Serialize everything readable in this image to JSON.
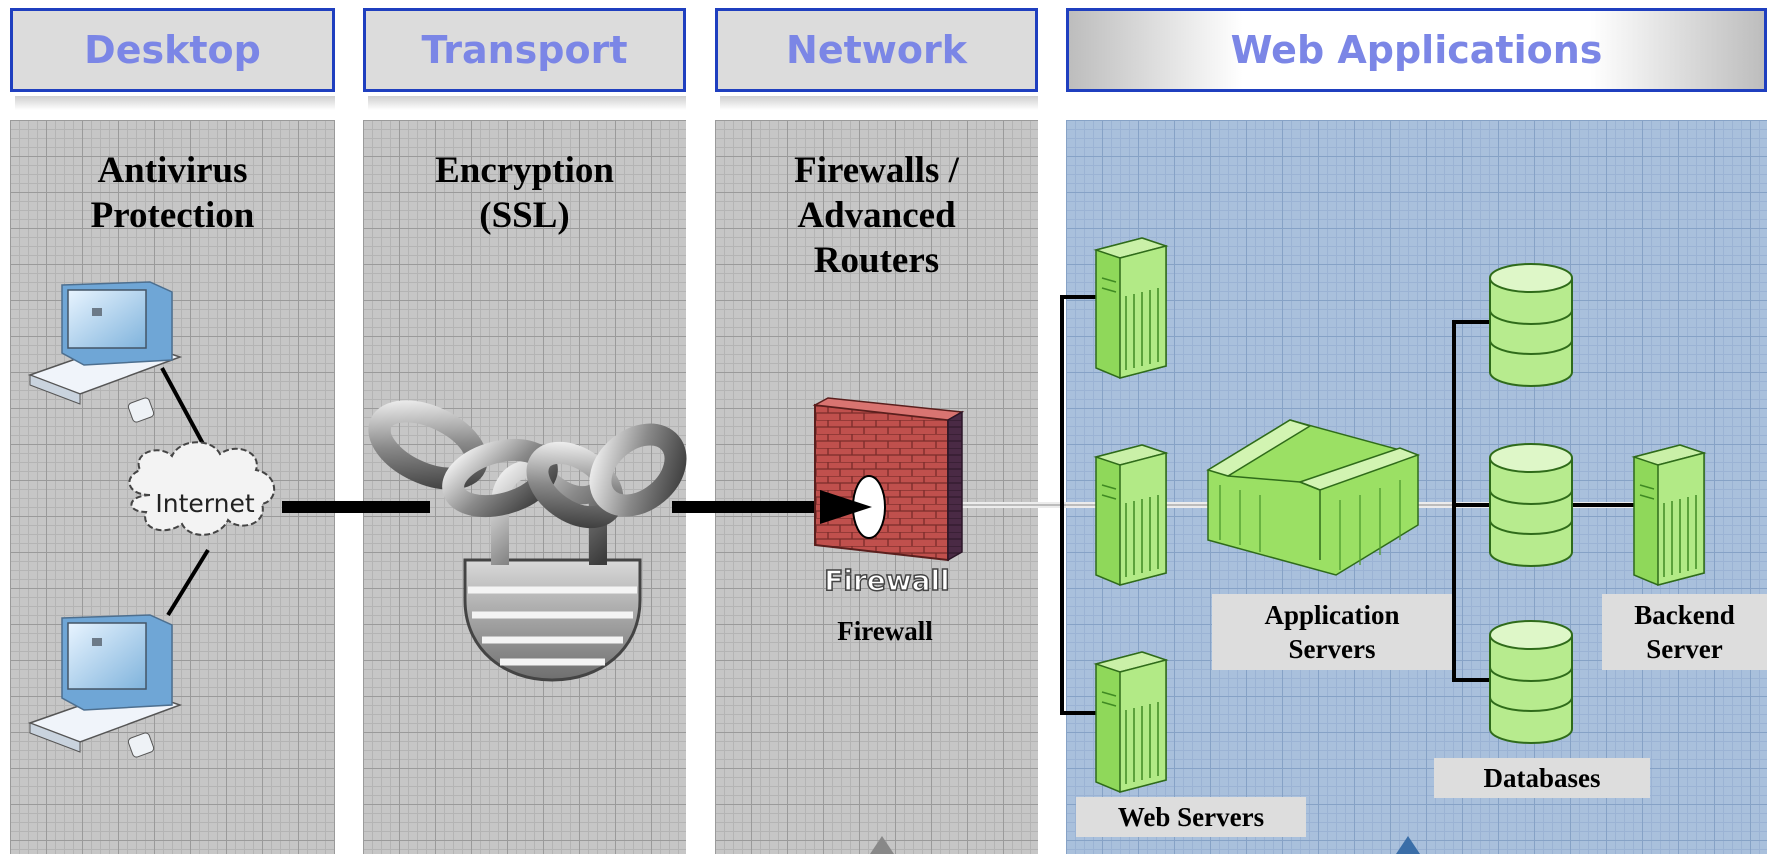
{
  "headers": {
    "desktop": "Desktop",
    "transport": "Transport",
    "network": "Network",
    "web": "Web Applications"
  },
  "panels": {
    "desktop_title": [
      "Antivirus",
      "Protection"
    ],
    "transport_title": [
      "Encryption",
      "(SSL)"
    ],
    "network_title": [
      "Firewalls /",
      "Advanced",
      "Routers"
    ]
  },
  "labels": {
    "internet": "Internet",
    "firewall_image_text": "Firewall",
    "firewall": "Firewall",
    "application_servers": [
      "Application",
      "Servers"
    ],
    "backend_server": [
      "Backend",
      "Server"
    ],
    "databases": "Databases",
    "web_servers": "Web Servers"
  },
  "colors": {
    "header_border": "#1f3fbf",
    "header_text": "#7b86e6",
    "server_green": "#9ee070",
    "panel_gray": "#c6c6c6",
    "panel_blue": "#a9c0dc"
  },
  "icons": [
    "computer-icon",
    "cloud-icon",
    "padlock-chain-icon",
    "firewall-icon",
    "server-icon",
    "application-server-icon",
    "database-icon"
  ]
}
